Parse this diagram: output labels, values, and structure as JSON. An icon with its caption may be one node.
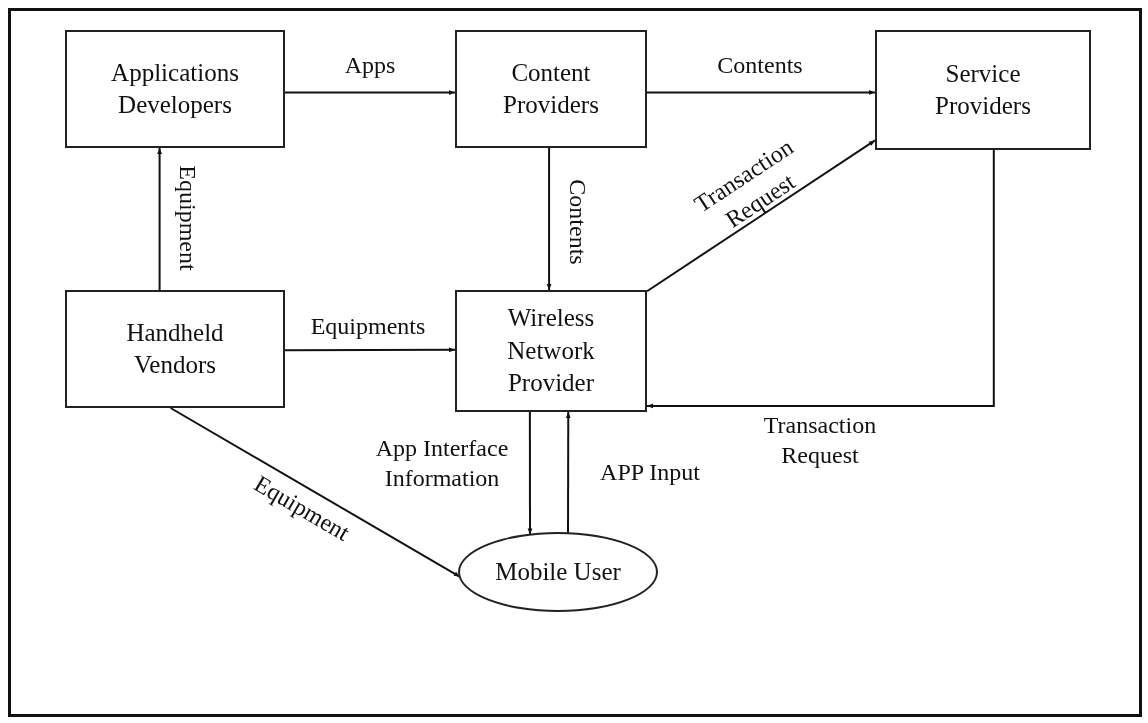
{
  "diagram": {
    "nodes": [
      {
        "text": [
          "Applications Developers"
        ]
      },
      {
        "text": [
          "Content Providers"
        ]
      },
      {
        "text": [
          "Service Providers"
        ]
      },
      {
        "text": [
          "Handheld Vendors"
        ]
      },
      {
        "text": [
          "Wireless Network Provider"
        ]
      },
      {
        "text": [
          "Mobile User"
        ]
      }
    ],
    "edges": [
      {
        "from": 0,
        "to": 1,
        "arrow": "to",
        "label": "Apps"
      },
      {
        "from": 1,
        "to": 2,
        "arrow": "to",
        "label": "Contents"
      },
      {
        "from": 1,
        "to": 4,
        "arrow": "to",
        "label": "Contents"
      },
      {
        "from": 3,
        "to": 0,
        "arrow": "to",
        "label": "Equipment"
      },
      {
        "from": 3,
        "to": 4,
        "arrow": "to",
        "label": "Equipments"
      },
      {
        "from": 4,
        "to": 2,
        "arrow": "to",
        "label": "Transaction Request"
      },
      {
        "from": 2,
        "to": 4,
        "arrow": "to",
        "label": "Transaction Request"
      },
      {
        "from": 4,
        "to": 5,
        "arrow": "to",
        "label": "App Interface Information"
      },
      {
        "from": 5,
        "to": 4,
        "arrow": "to",
        "label": "APP Input"
      },
      {
        "from": 3,
        "to": 5,
        "arrow": "to",
        "label": "Equipment"
      }
    ]
  }
}
